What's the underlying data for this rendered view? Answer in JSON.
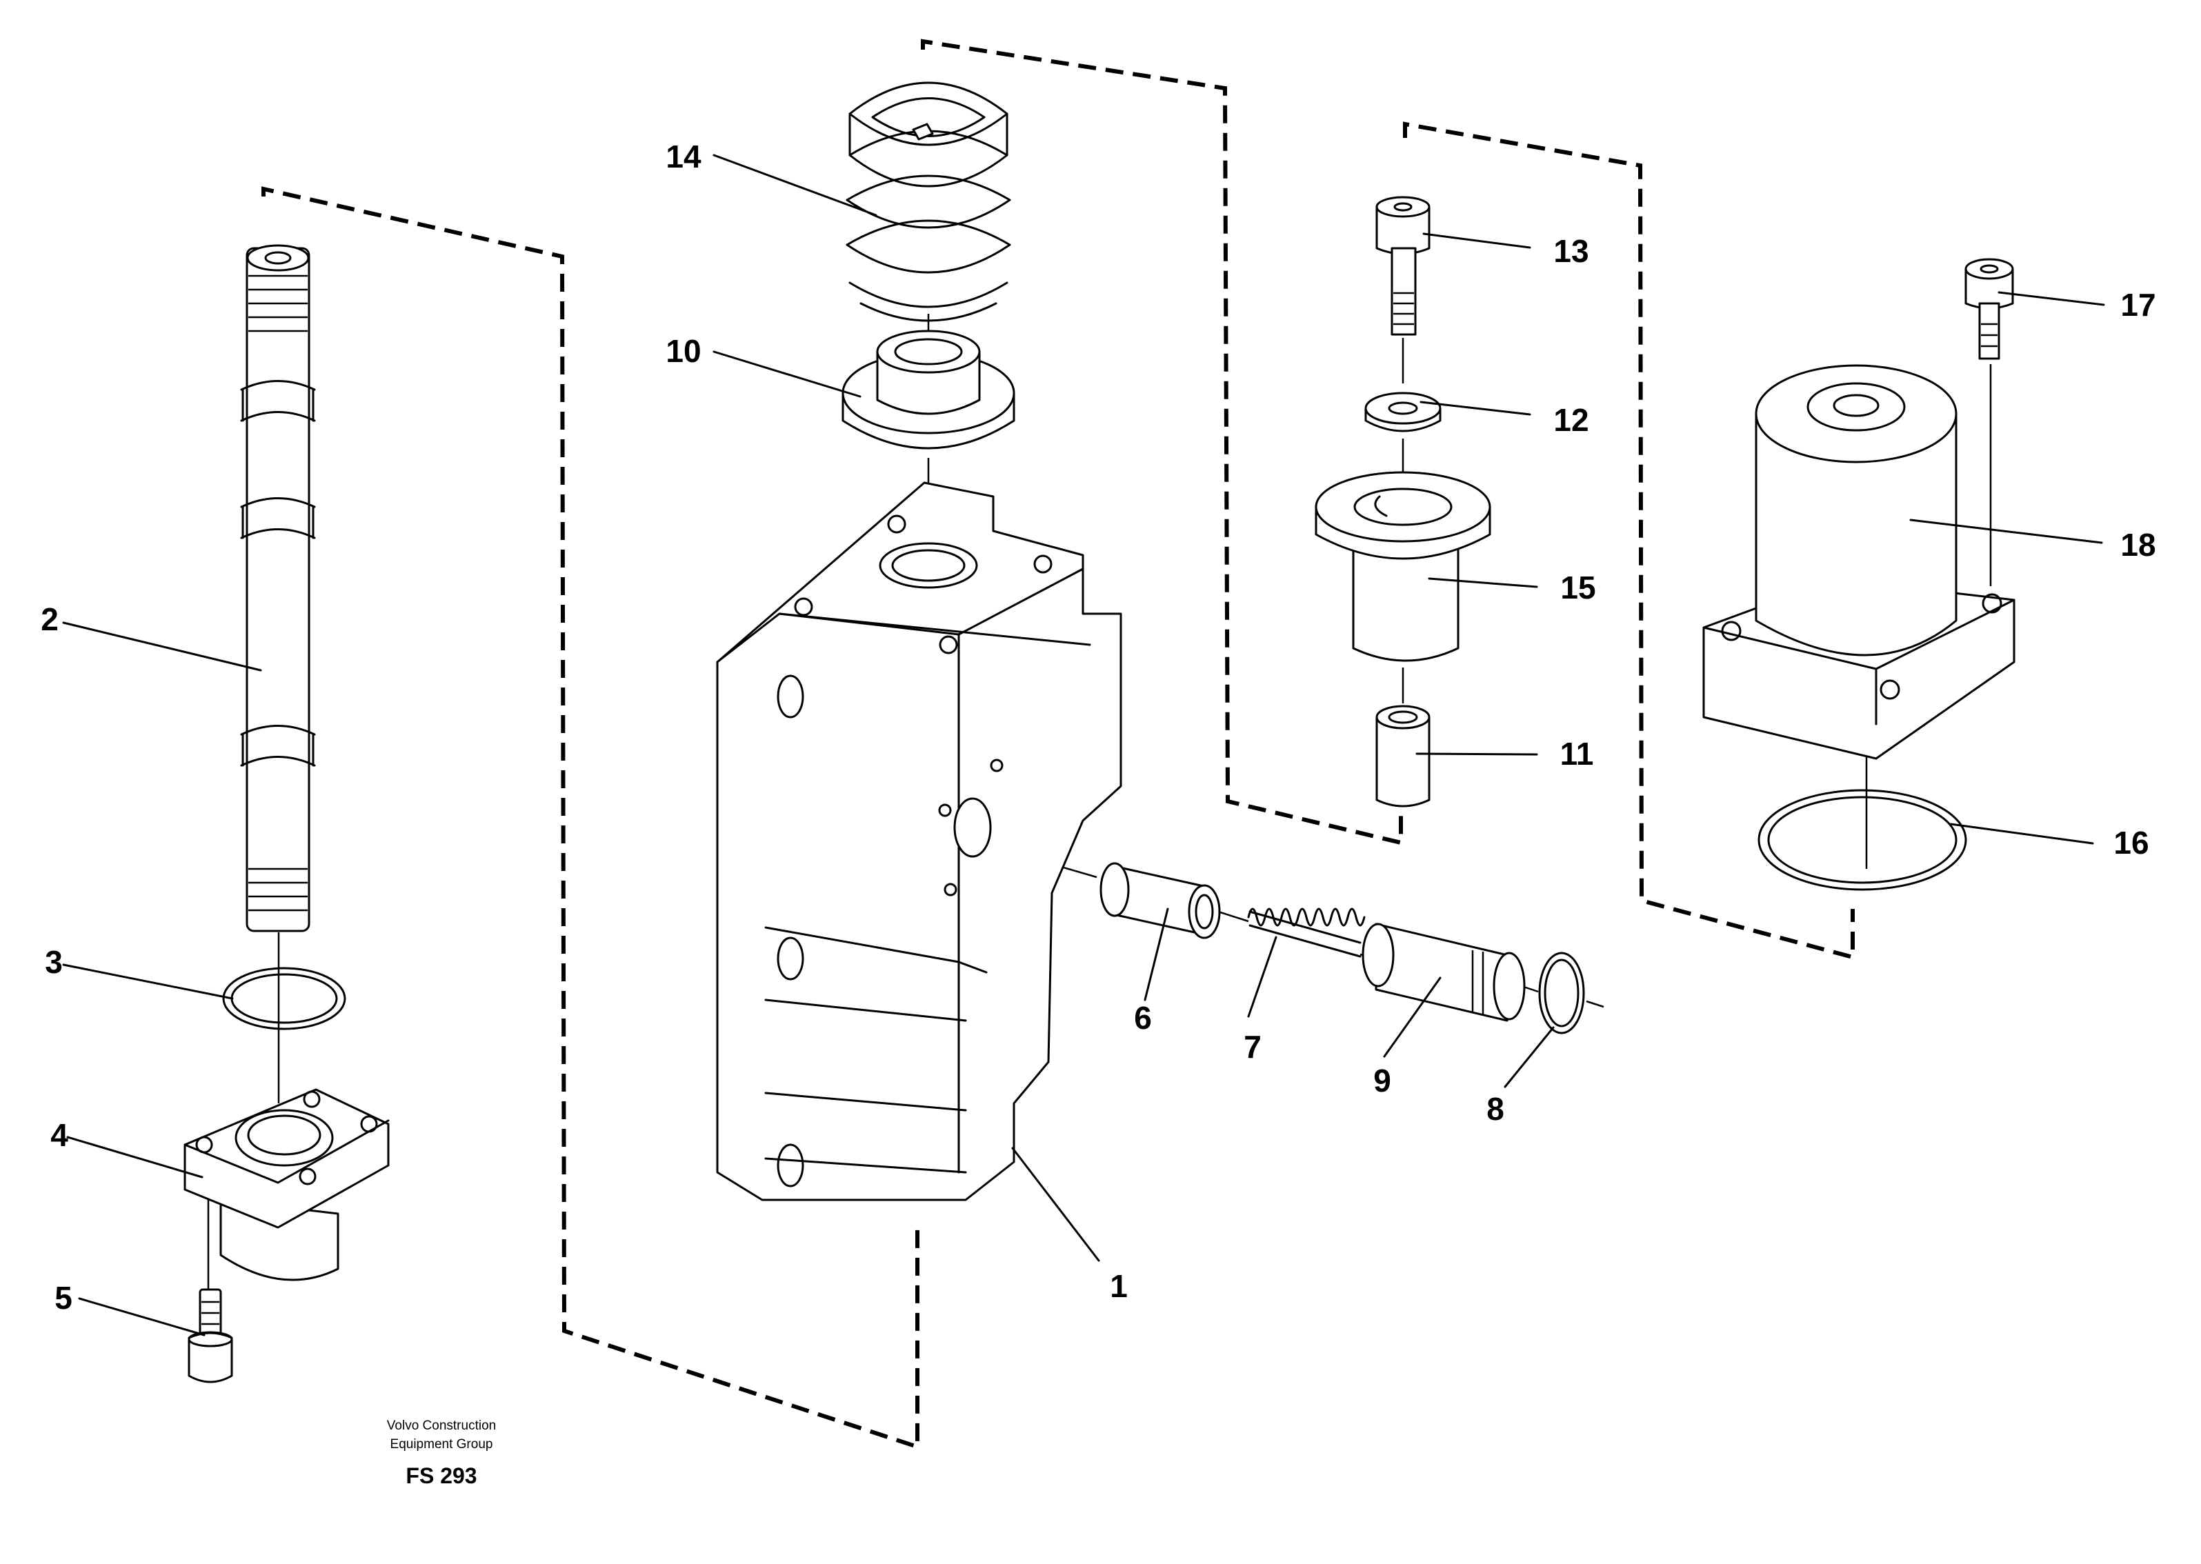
{
  "figure": {
    "callouts": [
      "1",
      "2",
      "3",
      "4",
      "5",
      "6",
      "7",
      "8",
      "9",
      "10",
      "11",
      "12",
      "13",
      "14",
      "15",
      "16",
      "17",
      "18"
    ],
    "credit_line1": "Volvo Construction",
    "credit_line2": "Equipment Group",
    "figure_code": "FS 293"
  }
}
